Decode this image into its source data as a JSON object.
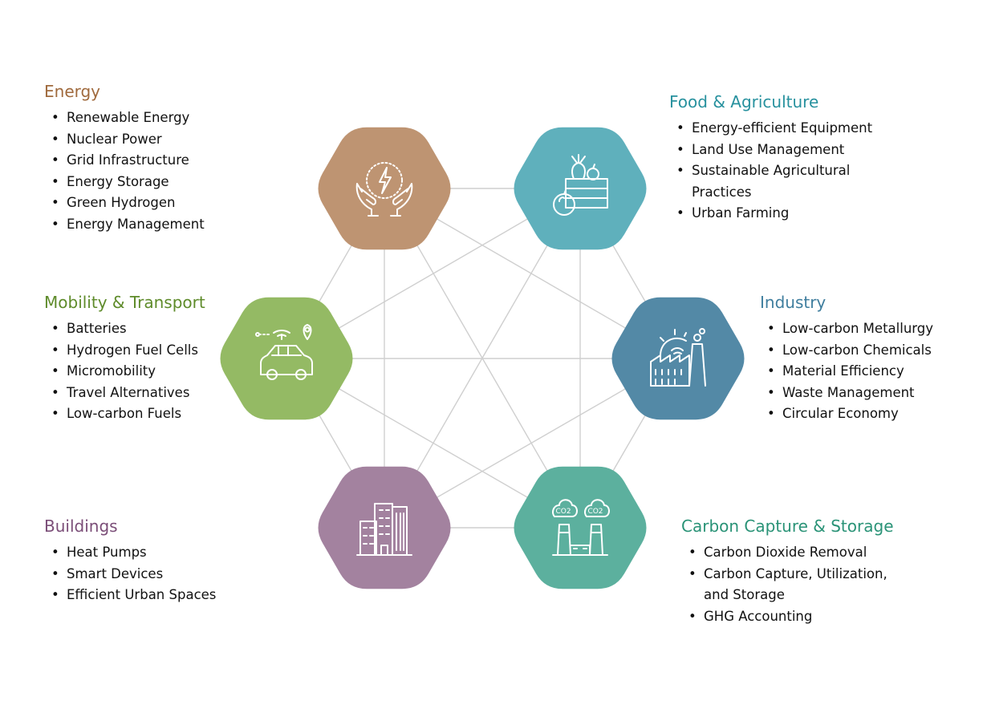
{
  "colors": {
    "energy": "#BE9472",
    "food": "#5FB0BC",
    "mobility": "#94BA64",
    "industry": "#5389A6",
    "buildings": "#A3829F",
    "carbon": "#5CB09E",
    "energy_title": "#A06A3D",
    "food_title": "#27919E",
    "mobility_title": "#5E8B2A",
    "industry_title": "#3F7E9E",
    "buildings_title": "#7B4E78",
    "carbon_title": "#2A9377",
    "connector": "#CFCFCF"
  },
  "sectors": {
    "energy": {
      "title": "Energy",
      "icon": "hands-energy-icon",
      "items": [
        "Renewable Energy",
        "Nuclear Power",
        "Grid Infrastructure",
        "Energy Storage",
        "Green Hydrogen",
        "Energy Management"
      ]
    },
    "food": {
      "title": "Food & Agriculture",
      "icon": "produce-crate-icon",
      "items": [
        "Energy-efficient Equipment",
        "Land Use Management",
        "Sustainable Agricultural",
        "Practices",
        "Urban Farming"
      ]
    },
    "mobility": {
      "title": "Mobility & Transport",
      "icon": "connected-car-icon",
      "items": [
        "Batteries",
        "Hydrogen Fuel Cells",
        "Micromobility",
        "Travel Alternatives",
        "Low-carbon Fuels"
      ]
    },
    "industry": {
      "title": "Industry",
      "icon": "factory-gear-icon",
      "items": [
        "Low-carbon Metallurgy",
        "Low-carbon Chemicals",
        "Material Efficiency",
        "Waste Management",
        "Circular Economy"
      ]
    },
    "buildings": {
      "title": "Buildings",
      "icon": "city-buildings-icon",
      "items": [
        "Heat Pumps",
        "Smart Devices",
        "Efficient Urban Spaces"
      ]
    },
    "carbon": {
      "title": "Carbon Capture & Storage",
      "icon": "co2-smokestacks-icon",
      "items": [
        "Carbon Dioxide Removal",
        "Carbon Capture, Utilization,",
        "and Storage",
        "GHG Accounting"
      ]
    }
  }
}
